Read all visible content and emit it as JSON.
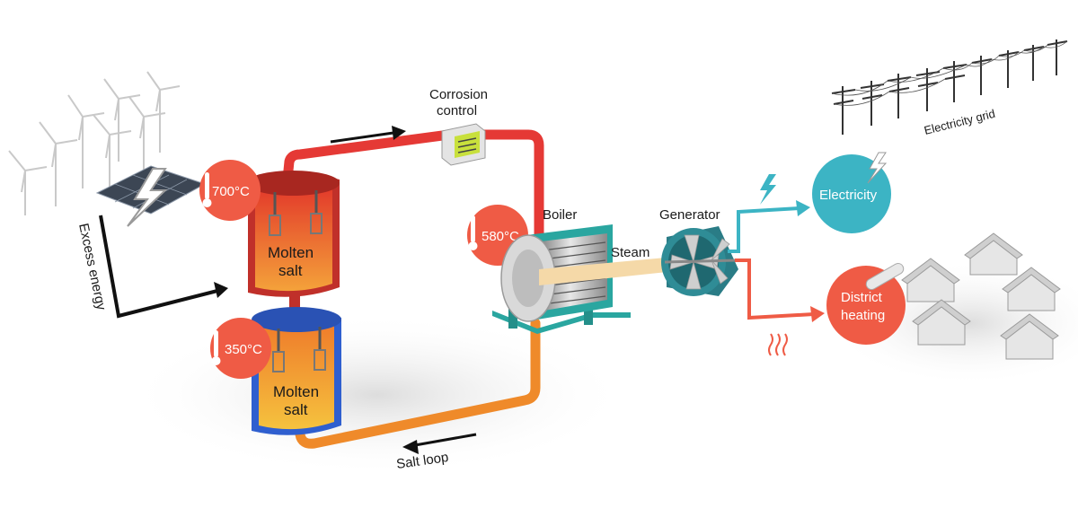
{
  "diagram": {
    "labels": {
      "excess_energy": "Excess energy",
      "corrosion_control_line1": "Corrosion",
      "corrosion_control_line2": "control",
      "boiler": "Boiler",
      "generator": "Generator",
      "steam": "Steam",
      "electricity": "Electricity",
      "district_heating_line1": "District",
      "district_heating_line2": "heating",
      "electricity_grid": "Electricity grid",
      "salt_loop": "Salt loop",
      "hot_tank_line1": "Molten",
      "hot_tank_line2": "salt",
      "cold_tank_line1": "Molten",
      "cold_tank_line2": "salt"
    },
    "temperatures": {
      "hot_tank": "700°C",
      "cold_tank": "350°C",
      "boiler": "580°C"
    },
    "colors": {
      "hot_pipe": "#e53935",
      "cold_pipe": "#ef8a2a",
      "temp_badge": "#ef5b45",
      "electricity": "#3cb4c4",
      "heating": "#ef5b45",
      "hot_tank": "#d93a2b",
      "cold_tank": "#3b6fd8",
      "boiler_frame": "#2aa6a0"
    },
    "icons": [
      "wind-turbine-icon",
      "solar-panel-icon",
      "lightning-icon",
      "thermometer-icon",
      "house-icon",
      "power-pylon-icon",
      "heat-waves-icon"
    ]
  }
}
